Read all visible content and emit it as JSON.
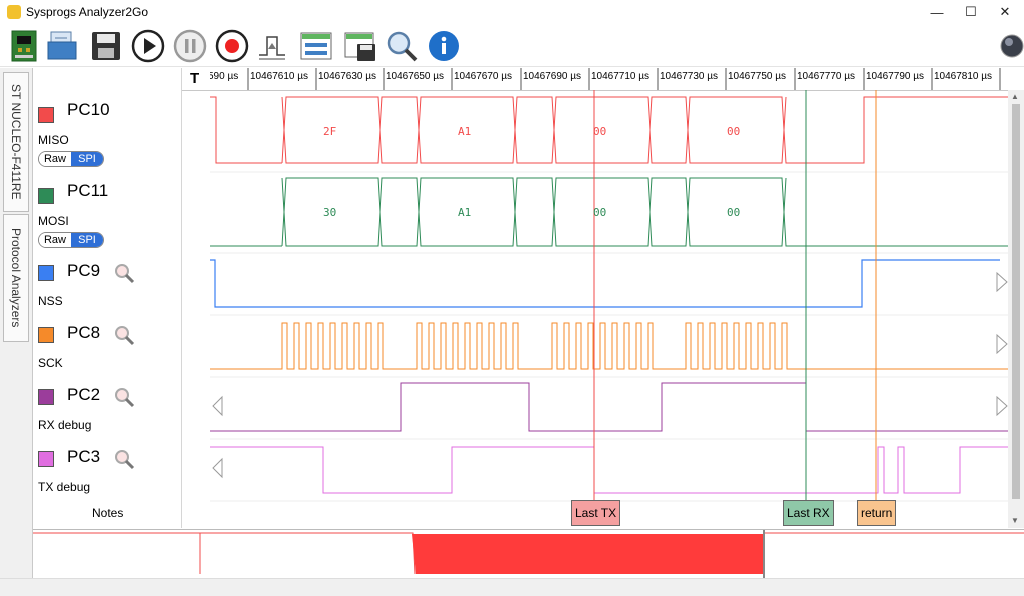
{
  "window": {
    "title": "Sysprogs Analyzer2Go",
    "minimize": "—",
    "maximize": "☐",
    "close": "✕"
  },
  "toolbar": {
    "buttons": [
      "board-icon",
      "open-file-icon",
      "save-icon",
      "play-icon",
      "pause-icon",
      "record-icon",
      "trigger-icon",
      "layout-icon",
      "save-layout-icon",
      "zoom-icon",
      "info-icon"
    ]
  },
  "sidebar": {
    "tabs": [
      "ST NUCLEO-F411RE",
      "Protocol Analyzers"
    ]
  },
  "ruler": {
    "corner": "T",
    "ticks": [
      "590 µs",
      "10467610 µs",
      "10467630 µs",
      "10467650 µs",
      "10467670 µs",
      "10467690 µs",
      "10467710 µs",
      "10467730 µs",
      "10467750 µs",
      "10467770 µs",
      "10467790 µs",
      "10467810 µs"
    ]
  },
  "channels": [
    {
      "name": "PC10",
      "sub": "MISO",
      "color": "#f24b4b",
      "raw": "Raw",
      "spi": "SPI"
    },
    {
      "name": "PC11",
      "sub": "MOSI",
      "color": "#2e8b57",
      "raw": "Raw",
      "spi": "SPI"
    },
    {
      "name": "PC9",
      "sub": "NSS",
      "color": "#3a7ff2"
    },
    {
      "name": "PC8",
      "sub": "SCK",
      "color": "#f58a2a"
    },
    {
      "name": "PC2",
      "sub": "RX debug",
      "color": "#9b3d9b"
    },
    {
      "name": "PC3",
      "sub": "TX debug",
      "color": "#e06ee0"
    }
  ],
  "decoded": {
    "miso": [
      "2F",
      "A1",
      "00",
      "00"
    ],
    "mosi": [
      "30",
      "A1",
      "00",
      "00"
    ]
  },
  "notes": {
    "label": "Notes",
    "items": [
      {
        "text": "Last TX",
        "color": "#f4a0a0",
        "line": "#f24b4b"
      },
      {
        "text": "Last RX",
        "color": "#8fc8a8",
        "line": "#2e8b57"
      },
      {
        "text": "return",
        "color": "#f9c48e",
        "line": "#f58a2a"
      }
    ]
  },
  "colors": {
    "accent": "#2f6fd6",
    "overview_fill": "#ff3b3b"
  }
}
